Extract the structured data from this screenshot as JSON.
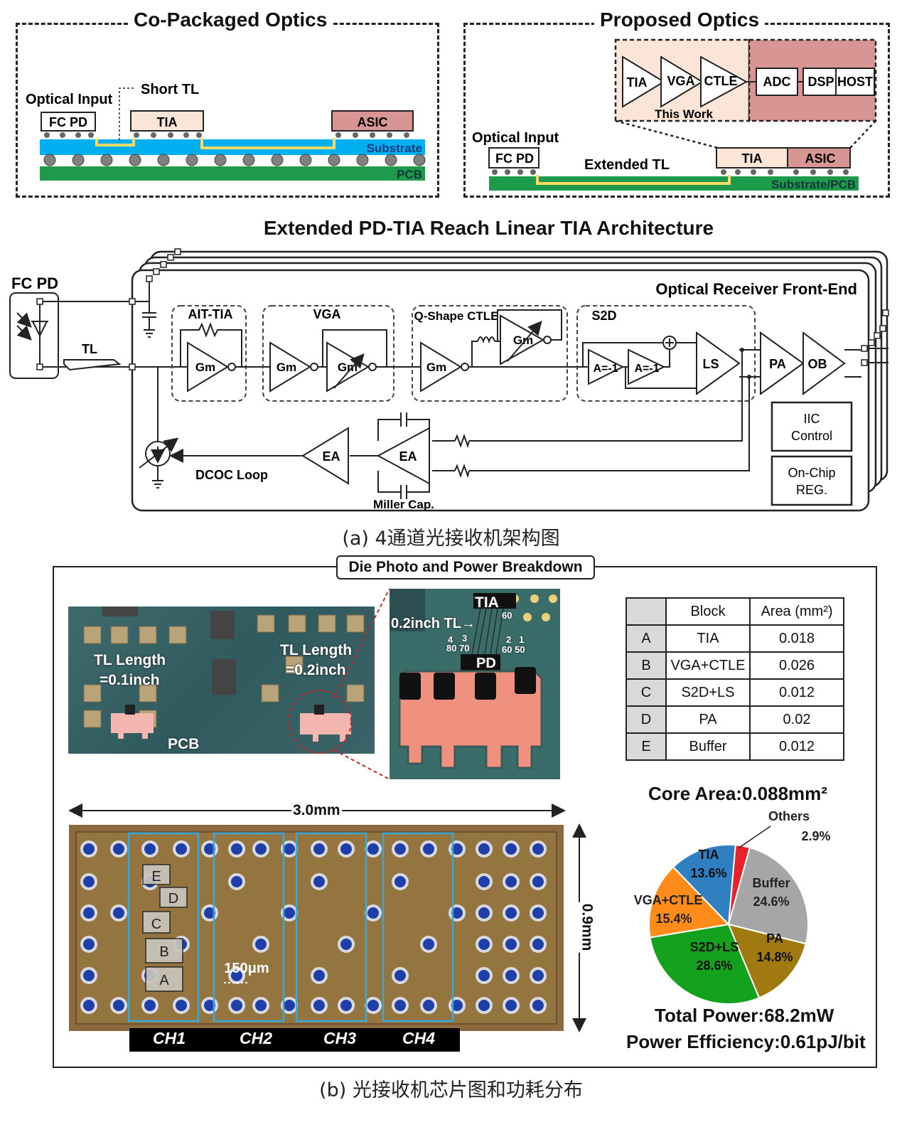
{
  "domain": "Diagram",
  "top_left": {
    "title": "Co-Packaged Optics",
    "optical_input": "Optical Input",
    "short_tl": "Short TL",
    "fc_pd": "FC PD",
    "tia": "TIA",
    "asic": "ASIC",
    "substrate": "Substrate",
    "pcb": "PCB"
  },
  "top_right": {
    "title": "Proposed Optics",
    "chain": [
      "TIA",
      "VGA",
      "CTLE",
      "ADC",
      "DSP",
      "HOST"
    ],
    "this_work": "This Work",
    "optical_input": "Optical Input",
    "fc_pd": "FC PD",
    "extended_tl": "Extended TL",
    "tia": "TIA",
    "asic": "ASIC",
    "substrate_pcb": "Substrate/PCB"
  },
  "architecture": {
    "title": "Extended PD-TIA Reach Linear TIA Architecture",
    "fc_pd": "FC PD",
    "tl": "TL",
    "front_end": "Optical Receiver Front-End",
    "ait_tia": "AIT-TIA",
    "vga": "VGA",
    "qshape": "Q-Shape CTLE",
    "s2d": "S2D",
    "gm": "Gm",
    "a_neg1": "A=-1",
    "ls": "LS",
    "pa": "PA",
    "ob": "OB",
    "ea": "EA",
    "dcoc": "DCOC Loop",
    "miller": "Miller Cap.",
    "iic_line1": "IIC",
    "iic_line2": "Control",
    "reg_line1": "On-Chip",
    "reg_line2": "REG."
  },
  "caption_a": "(a) 4通道光接收机架构图",
  "die": {
    "title": "Die Photo and Power Breakdown",
    "pcb_photo": {
      "tl1_line1": "TL Length",
      "tl1_line2": "=0.1inch",
      "tl2_line1": "TL Length",
      "tl2_line2": "=0.2inch",
      "pcb": "PCB"
    },
    "zoom_photo": {
      "tia": "TIA",
      "tl": "0.2inch TL→",
      "pd": "PD",
      "n60": "60",
      "n3": "3",
      "n4": "4",
      "n8070": "80 70",
      "n21": "2   1",
      "n6050": "60 50"
    },
    "die_photo": {
      "width": "3.0mm",
      "height": "0.9mm",
      "pitch": "150μm",
      "blocks": [
        "E",
        "D",
        "C",
        "B",
        "A"
      ],
      "channels": [
        "CH1",
        "CH2",
        "CH3",
        "CH4"
      ]
    },
    "area_table": {
      "headers": [
        "",
        "Block",
        "Area (mm²)"
      ],
      "rows": [
        [
          "A",
          "TIA",
          "0.018"
        ],
        [
          "B",
          "VGA+CTLE",
          "0.026"
        ],
        [
          "C",
          "S2D+LS",
          "0.012"
        ],
        [
          "D",
          "PA",
          "0.02"
        ],
        [
          "E",
          "Buffer",
          "0.012"
        ]
      ]
    },
    "core_area": "Core Area:0.088mm²",
    "total_power": "Total Power:68.2mW",
    "efficiency": "Power Efficiency:0.61pJ/bit"
  },
  "chart_data": {
    "type": "pie",
    "title": "",
    "slices": [
      {
        "label": "Others",
        "value": 2.9,
        "text": "2.9%",
        "color": "#e8222a"
      },
      {
        "label": "Buffer",
        "value": 24.6,
        "text": "24.6%",
        "color": "#a6a6a6"
      },
      {
        "label": "PA",
        "value": 14.8,
        "text": "14.8%",
        "color": "#a07a10"
      },
      {
        "label": "S2D+LS",
        "value": 28.6,
        "text": "28.6%",
        "color": "#13a11e"
      },
      {
        "label": "VGA+CTLE",
        "value": 15.4,
        "text": "15.4%",
        "color": "#ff8c1a"
      },
      {
        "label": "TIA",
        "value": 13.6,
        "text": "13.6%",
        "color": "#2f7fc1"
      }
    ]
  },
  "caption_b": "(b) 光接收机芯片图和功耗分布"
}
